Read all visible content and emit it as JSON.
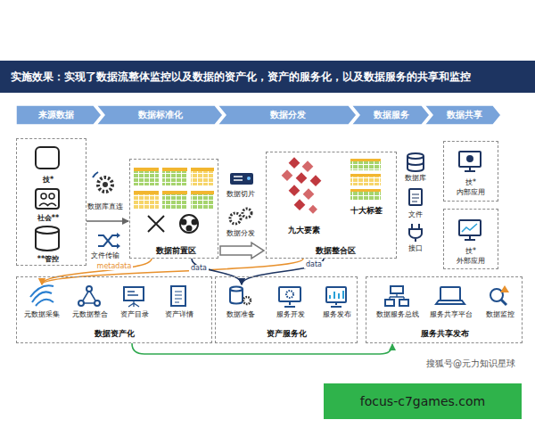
{
  "diagram": {
    "title": "实施效果：实现了数据流整体监控以及数据的资产化，资产的服务化，以及数据服务的共享和监控",
    "nodes": [
      {
        "text": [
          "来源数据"
        ]
      },
      {
        "text": [
          "数据标准化"
        ]
      },
      {
        "text": [
          "数据分发"
        ]
      },
      {
        "text": [
          "数据服务"
        ]
      },
      {
        "text": [
          "数据共享"
        ]
      },
      {
        "text": [
          "技*",
          "社会**",
          "**管控"
        ]
      },
      {
        "text": [
          "数据前置区"
        ]
      },
      {
        "text": [
          "九大要素",
          "十大标签",
          "数据整合区"
        ]
      },
      {
        "text": [
          "技*",
          "内部应用"
        ]
      },
      {
        "text": [
          "技*",
          "外部应用"
        ]
      },
      {
        "text": [
          "数据资产化"
        ]
      },
      {
        "text": [
          "元数据采集"
        ],
        "in": 10
      },
      {
        "text": [
          "元数据整合"
        ],
        "in": 10
      },
      {
        "text": [
          "资产目录"
        ],
        "in": 10
      },
      {
        "text": [
          "资产详情"
        ],
        "in": 10
      },
      {
        "text": [
          "资产服务化"
        ]
      },
      {
        "text": [
          "数据准备"
        ],
        "in": 15
      },
      {
        "text": [
          "服务开发"
        ],
        "in": 15
      },
      {
        "text": [
          "服务发布"
        ],
        "in": 15
      },
      {
        "text": [
          "服务共享发布"
        ]
      },
      {
        "text": [
          "数据服务总线"
        ],
        "in": 19
      },
      {
        "text": [
          "服务共享平台"
        ],
        "in": 19
      },
      {
        "text": [
          "数据监控"
        ],
        "in": 19
      },
      {
        "text": [
          "focus-c7games.com"
        ]
      }
    ],
    "edges": [
      {
        "from": 5,
        "to": 6,
        "arrow": "to"
      },
      {
        "from": 6,
        "to": 7,
        "arrow": "to"
      },
      {
        "from": 6,
        "to": 11,
        "label": "metadata",
        "arrow": "to"
      },
      {
        "from": 7,
        "to": 11,
        "arrow": "to"
      },
      {
        "from": 6,
        "to": 16,
        "label": "data",
        "arrow": "to"
      },
      {
        "from": 7,
        "to": 16,
        "label": "data",
        "arrow": "to"
      },
      {
        "from": 10,
        "to": 19,
        "arrow": "to"
      }
    ],
    "labels": [
      "数据库直连",
      "文件传输",
      "数据切片",
      "数据分发",
      "数据库",
      "文件",
      "接口",
      "搜狐号@元力知识星球"
    ]
  }
}
